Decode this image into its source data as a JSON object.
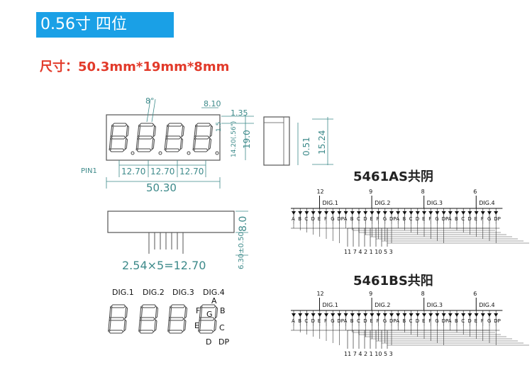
{
  "header": {
    "banner": "0.56寸 四位",
    "size": "尺寸：50.3mm*19mm*8mm"
  },
  "front": {
    "angle": "8°",
    "seg_w": "8.10",
    "top_gap": "1.35",
    "seg_h": "14.20(.56\")",
    "small": "1.5",
    "height": "19.0",
    "pitch1": "12.70",
    "pitch2": "12.70",
    "pitch3": "12.70",
    "width": "50.30",
    "pin1": "PIN1"
  },
  "side": {
    "d1": "0.51",
    "d2": "15.24"
  },
  "bottom": {
    "depth": "8.0",
    "pin_len": "6.30±0.50",
    "pin_pitch": "2.54×5=12.70"
  },
  "segments": {
    "digits": [
      "DIG.1",
      "DIG.2",
      "DIG.3",
      "DIG.4"
    ],
    "a": "A",
    "b": "B",
    "c": "C",
    "d": "D",
    "e": "E",
    "f": "F",
    "g": "G",
    "dp": "DP"
  },
  "schematic_a": {
    "title": "5461AS共阴",
    "top_pins": [
      "12",
      "9",
      "8",
      "6"
    ],
    "digits": [
      "DIG.1",
      "DIG.2",
      "DIG.3",
      "DIG.4"
    ],
    "letters": [
      "A",
      "B",
      "C",
      "D",
      "E",
      "F",
      "G",
      "DP"
    ],
    "bottom_pins": "11 7 4 2 1 10 5 3"
  },
  "schematic_b": {
    "title": "5461BS共阳",
    "top_pins": [
      "12",
      "9",
      "8",
      "6"
    ],
    "digits": [
      "DIG.1",
      "DIG.2",
      "DIG.3",
      "DIG.4"
    ],
    "letters": [
      "A",
      "B",
      "C",
      "D",
      "E",
      "F",
      "G",
      "DP"
    ],
    "bottom_pins": "11 7 4 2 1 10 5 3"
  },
  "colors": {
    "banner": "#1aa0e6",
    "size_text": "#e23a2a",
    "dim": "#3d8a8a"
  }
}
